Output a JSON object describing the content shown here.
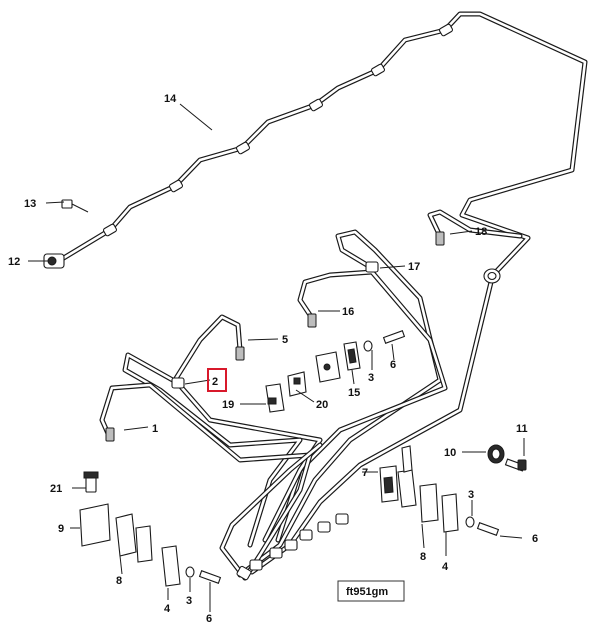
{
  "diagram": {
    "reference_code": "ft951gm",
    "highlighted_callout": "2",
    "callouts": {
      "c1": "1",
      "c2": "2",
      "c3a": "3",
      "c3b": "3",
      "c3c": "3",
      "c4a": "4",
      "c4b": "4",
      "c5": "5",
      "c6a": "6",
      "c6b": "6",
      "c6c": "6",
      "c7": "7",
      "c8a": "8",
      "c8b": "8",
      "c9": "9",
      "c10": "10",
      "c11": "11",
      "c12": "12",
      "c13": "13",
      "c14": "14",
      "c15": "15",
      "c16": "16",
      "c17": "17",
      "c18": "18",
      "c19": "19",
      "c20": "20",
      "c21": "21"
    },
    "colors": {
      "line": "#1a1a1a",
      "highlight": "#d8192b",
      "background": "#ffffff"
    }
  }
}
